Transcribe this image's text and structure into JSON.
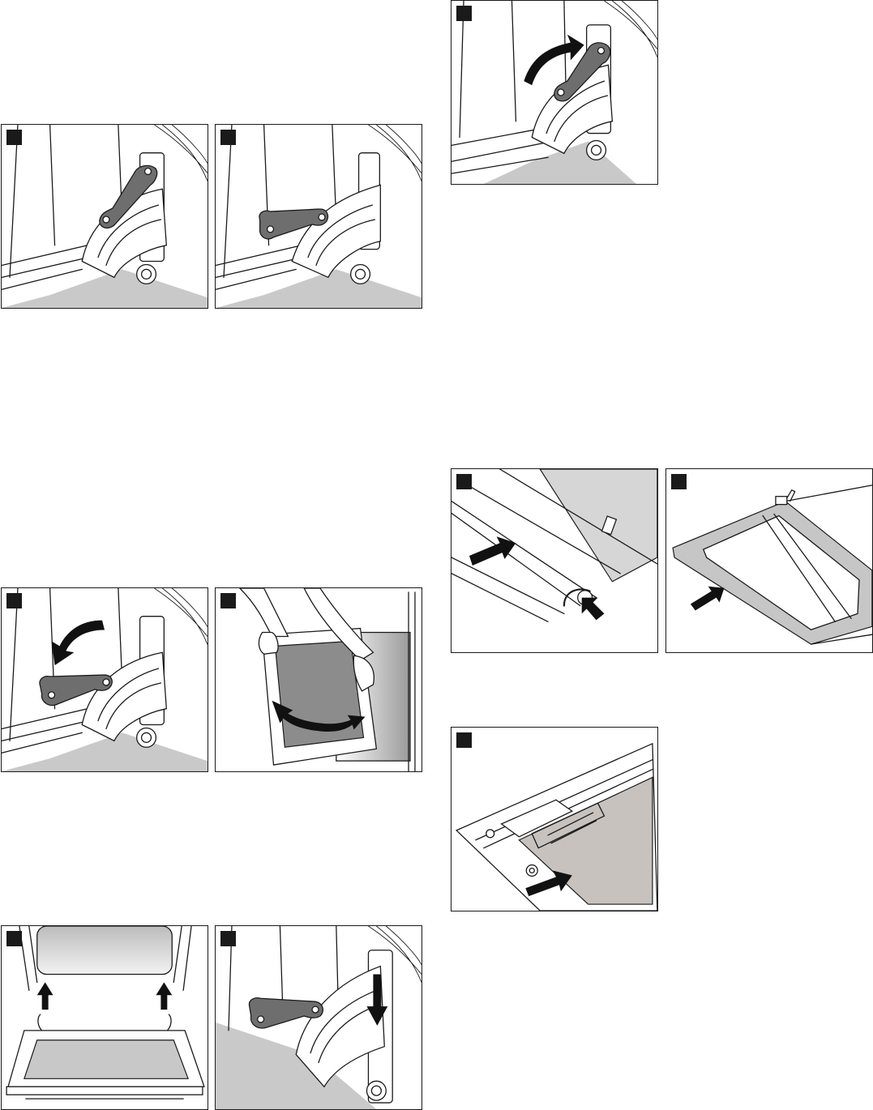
{
  "figures": [
    {
      "id": "fig-hinge-closed",
      "step": "",
      "icon": "hinge-lever-closed"
    },
    {
      "id": "fig-hinge-open",
      "step": "",
      "icon": "hinge-lever-open"
    },
    {
      "id": "fig-hinge-fold-down",
      "step": "",
      "icon": "hinge-lever-fold-down"
    },
    {
      "id": "fig-door-lift-off",
      "step": "",
      "icon": "door-lift-off"
    },
    {
      "id": "fig-door-insert",
      "step": "",
      "icon": "door-insert-hooks"
    },
    {
      "id": "fig-hinge-press-down",
      "step": "",
      "icon": "hinge-press-down"
    },
    {
      "id": "fig-hinge-fold-up",
      "step": "",
      "icon": "hinge-lever-fold-up"
    },
    {
      "id": "fig-cover-remove",
      "step": "",
      "icon": "door-cover-unscrew"
    },
    {
      "id": "fig-glass-pull-out",
      "step": "",
      "icon": "glass-pane-pull-out"
    },
    {
      "id": "fig-glass-clip",
      "step": "",
      "icon": "glass-pane-clip"
    }
  ],
  "colors": {
    "outline": "#1a1a1a",
    "lever": "#6e6e6e",
    "floor": "#c9c9c9",
    "badge": "#1a1a1a"
  }
}
